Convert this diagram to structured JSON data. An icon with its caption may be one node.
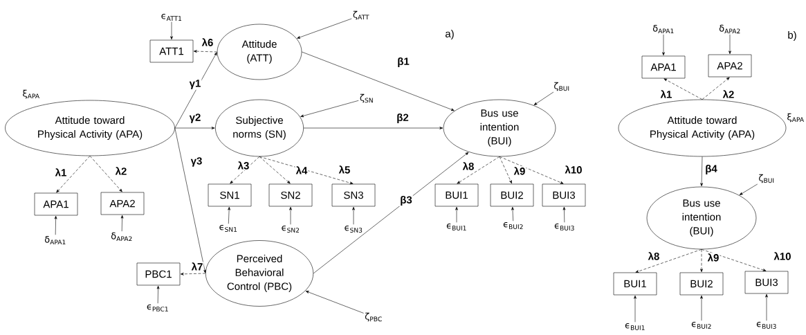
{
  "diagram": {
    "nodes": [
      {
        "text": [
          "Attitude toward Physical Activity (APA)"
        ],
        "beside": [
          "ξ$_{APA}$"
        ]
      },
      {
        "text": [
          "Attitude (ATT)"
        ]
      },
      {
        "text": [
          "Subjective norms (SN)"
        ]
      },
      {
        "text": [
          "Perceived Behavioral Control (PBC)"
        ]
      },
      {
        "text": [
          "Bus use intention (BUI)"
        ]
      },
      {
        "text": [
          "ATT1"
        ]
      },
      {
        "text": [
          "APA1"
        ]
      },
      {
        "text": [
          "APA2"
        ]
      },
      {
        "text": [
          "SN1"
        ]
      },
      {
        "text": [
          "SN2"
        ]
      },
      {
        "text": [
          "SN3"
        ]
      },
      {
        "text": [
          "PBC1"
        ]
      },
      {
        "text": [
          "BUI1"
        ]
      },
      {
        "text": [
          "BUI2"
        ]
      },
      {
        "text": [
          "BUI3"
        ]
      },
      {
        "text": [
          "ϵ$_{ATT1}$"
        ]
      },
      {
        "text": [
          "ζ$_{ATT}$"
        ]
      },
      {
        "text": [
          "δ$_{APA1}$"
        ]
      },
      {
        "text": [
          "δ$_{APA2}$"
        ]
      },
      {
        "text": [
          "ζ$_{SN}$"
        ]
      },
      {
        "text": [
          "ϵ$_{SN1}$"
        ]
      },
      {
        "text": [
          "ϵ$_{SN2}$"
        ]
      },
      {
        "text": [
          "ϵ$_{SN3}$"
        ]
      },
      {
        "text": [
          "ζ$_{BUI}$"
        ]
      },
      {
        "text": [
          "ϵ$_{PBC1}$"
        ]
      },
      {
        "text": [
          "ζ$_{PBC}$"
        ]
      },
      {
        "text": [
          "ϵ$_{BUI1}$"
        ]
      },
      {
        "text": [
          "ϵ$_{BUI2}$"
        ]
      },
      {
        "text": [
          "ϵ$_{BUI3}$"
        ]
      },
      {
        "text": [
          "Attitude toward Physical Activity (APA)"
        ],
        "beside": [
          "ξ$_{APA}$"
        ]
      },
      {
        "text": [
          "Bus use intention (BUI)"
        ]
      },
      {
        "text": [
          "APA1"
        ]
      },
      {
        "text": [
          "APA2"
        ]
      },
      {
        "text": [
          "BUI1"
        ]
      },
      {
        "text": [
          "BUI2"
        ]
      },
      {
        "text": [
          "BUI3"
        ]
      },
      {
        "text": [
          "δ$_{APA1}$"
        ]
      },
      {
        "text": [
          "δ$_{APA2}$"
        ]
      },
      {
        "text": [
          "ζ$_{BUI}$"
        ]
      },
      {
        "text": [
          "ϵ$_{BUI1}$"
        ]
      },
      {
        "text": [
          "ϵ$_{BUI2}$"
        ]
      },
      {
        "text": [
          "ϵ$_{BUI3}$"
        ]
      }
    ],
    "edges": [
      {
        "from": 0,
        "to": 1,
        "arrow": "to",
        "label": "γ1"
      },
      {
        "from": 0,
        "to": 2,
        "arrow": "to",
        "label": "γ2"
      },
      {
        "from": 0,
        "to": 3,
        "arrow": "to",
        "label": "γ3"
      },
      {
        "from": 1,
        "to": 4,
        "arrow": "to",
        "label": "β1"
      },
      {
        "from": 2,
        "to": 4,
        "arrow": "to",
        "label": "β2"
      },
      {
        "from": 3,
        "to": 4,
        "arrow": "to",
        "label": "β3"
      },
      {
        "from": 0,
        "to": 6,
        "arrow": "to",
        "label": "λ1",
        "style": "dashed"
      },
      {
        "from": 0,
        "to": 7,
        "arrow": "to",
        "label": "λ2",
        "style": "dashed"
      },
      {
        "from": 1,
        "to": 5,
        "arrow": "to",
        "label": "λ6",
        "style": "dashed"
      },
      {
        "from": 2,
        "to": 8,
        "arrow": "to",
        "label": "λ3",
        "style": "dashed"
      },
      {
        "from": 2,
        "to": 9,
        "arrow": "to",
        "label": "λ4",
        "style": "dashed"
      },
      {
        "from": 2,
        "to": 10,
        "arrow": "to",
        "label": "λ5",
        "style": "dashed"
      },
      {
        "from": 3,
        "to": 11,
        "arrow": "to",
        "label": "λ7",
        "style": "dashed"
      },
      {
        "from": 4,
        "to": 12,
        "arrow": "to",
        "label": "λ8",
        "style": "dashed"
      },
      {
        "from": 4,
        "to": 13,
        "arrow": "to",
        "label": "λ9",
        "style": "dashed"
      },
      {
        "from": 4,
        "to": 14,
        "arrow": "to",
        "label": "λ10",
        "style": "dashed"
      },
      {
        "from": 15,
        "to": 5,
        "arrow": "to"
      },
      {
        "from": 16,
        "to": 1,
        "arrow": "to"
      },
      {
        "from": 17,
        "to": 6,
        "arrow": "to"
      },
      {
        "from": 18,
        "to": 7,
        "arrow": "to"
      },
      {
        "from": 19,
        "to": 2,
        "arrow": "to"
      },
      {
        "from": 20,
        "to": 8,
        "arrow": "to"
      },
      {
        "from": 21,
        "to": 9,
        "arrow": "to"
      },
      {
        "from": 22,
        "to": 10,
        "arrow": "to"
      },
      {
        "from": 23,
        "to": 4,
        "arrow": "to"
      },
      {
        "from": 24,
        "to": 11,
        "arrow": "to"
      },
      {
        "from": 25,
        "to": 3,
        "arrow": "to"
      },
      {
        "from": 26,
        "to": 12,
        "arrow": "to"
      },
      {
        "from": 27,
        "to": 13,
        "arrow": "to"
      },
      {
        "from": 28,
        "to": 14,
        "arrow": "to"
      },
      {
        "from": 29,
        "to": 31,
        "arrow": "to",
        "label": "λ1",
        "style": "dashed"
      },
      {
        "from": 29,
        "to": 32,
        "arrow": "to",
        "label": "λ2",
        "style": "dashed"
      },
      {
        "from": 29,
        "to": 30,
        "arrow": "to",
        "label": "β4"
      },
      {
        "from": 30,
        "to": 33,
        "arrow": "to",
        "label": "λ8",
        "style": "dashed"
      },
      {
        "from": 30,
        "to": 34,
        "arrow": "to",
        "label": "λ9",
        "style": "dashed"
      },
      {
        "from": 30,
        "to": 35,
        "arrow": "to",
        "label": "λ10",
        "style": "dashed"
      },
      {
        "from": 36,
        "to": 31,
        "arrow": "to"
      },
      {
        "from": 37,
        "to": 32,
        "arrow": "to"
      },
      {
        "from": 38,
        "to": 30,
        "arrow": "to"
      },
      {
        "from": 39,
        "to": 33,
        "arrow": "to"
      },
      {
        "from": 40,
        "to": 34,
        "arrow": "to"
      },
      {
        "from": 41,
        "to": 35,
        "arrow": "to"
      }
    ],
    "labels": [
      "a)",
      "b)"
    ]
  }
}
